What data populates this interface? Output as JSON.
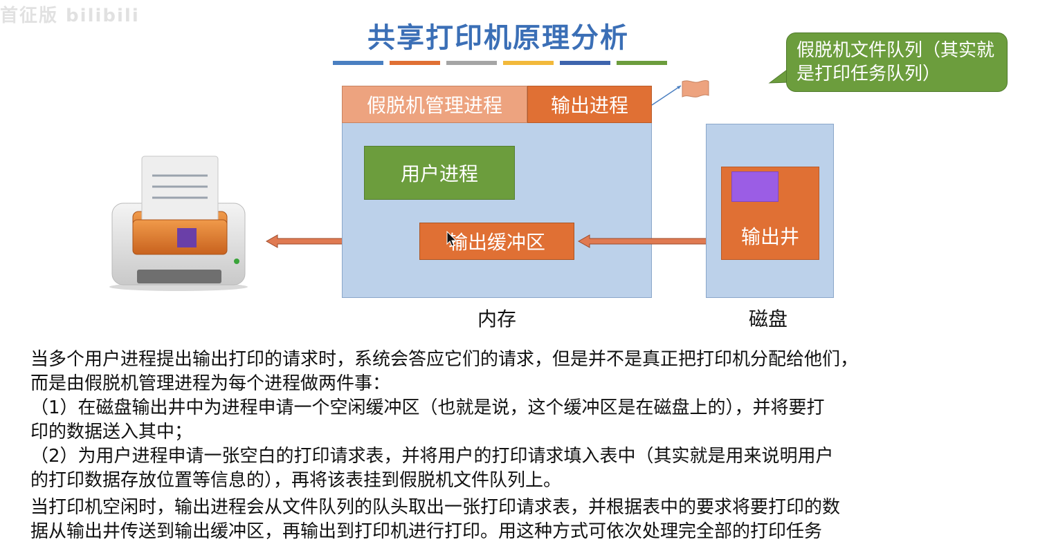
{
  "watermark": "首征版 bilibili",
  "title": "共享打印机原理分析",
  "title_bar_colors": [
    "#4a7fc1",
    "#e07034",
    "#a5a5a5",
    "#f2b93b",
    "#3e64ad",
    "#6c9d3d"
  ],
  "labels": {
    "spool_manager": "假脱机管理进程",
    "output_process": "输出进程",
    "user_process": "用户进程",
    "output_buffer": "输出缓冲区",
    "output_well": "输出井",
    "memory": "内存",
    "disk": "磁盘"
  },
  "callout": "假脱机文件队列（其实就是打印任务队列）",
  "description": [
    "当多个用户进程提出输出打印的请求时，系统会答应它们的请求，但是并不是真正把打印机分配给他们，",
    "而是由假脱机管理进程为每个进程做两件事：",
    "（1）在磁盘输出井中为进程申请一个空闲缓冲区（也就是说，这个缓冲区是在磁盘上的），并将要打",
    "印的数据送入其中；",
    "（2）为用户进程申请一张空白的打印请求表，并将用户的打印请求填入表中（其实就是用来说明用户",
    "的打印数据存放位置等信息的），再将该表挂到假脱机文件队列上。",
    "当打印机空闲时，输出进程会从文件队列的队头取出一张打印请求表，并根据表中的要求将要打印的数",
    "据从输出井传送到输出缓冲区，再输出到打印机进行打印。用这种方式可依次处理完全部的打印任务"
  ],
  "colors": {
    "memory_fill": "#bcd1ea",
    "orange": "#e07034",
    "light_orange": "#eda37f",
    "green": "#6c9d3d",
    "purple": "#9b5de5",
    "title_blue": "#3b6fb6"
  },
  "icons": [
    "printer-icon",
    "flag-icon",
    "arrow-left-icon",
    "cursor-icon"
  ]
}
